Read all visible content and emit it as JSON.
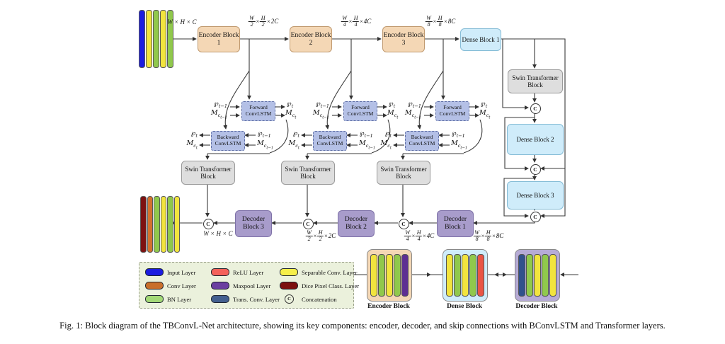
{
  "caption": "Fig. 1: Block diagram of the TBConvL-Net architecture, showing its key components: encoder, decoder, and skip connections with BConvLSTM and Transformer layers.",
  "sym": {
    "times": "×",
    "concat": "C"
  },
  "blocks": {
    "encoder": [
      "Encoder Block 1",
      "Encoder Block 2",
      "Encoder Block 3"
    ],
    "dense": [
      "Dense Block 1",
      "Dense Block 2",
      "Dense Block 3"
    ],
    "decoder": [
      "Decoder Block 1",
      "Decoder Block 2",
      "Decoder Block 3"
    ],
    "swin": "Swin Transformer Block",
    "forward": "Forward ConvLSTM",
    "backward": "Backward ConvLSTM"
  },
  "dims": {
    "input": "W × H × C",
    "output": "W × H × C",
    "enc1": {
      "wn": "W",
      "wd": "2",
      "hn": "H",
      "hd": "2",
      "tail": "2C"
    },
    "enc2": {
      "wn": "W",
      "wd": "4",
      "hn": "H",
      "hd": "4",
      "tail": "4C"
    },
    "enc3": {
      "wn": "W",
      "wd": "8",
      "hn": "H",
      "hd": "8",
      "tail": "8C"
    },
    "dec_in": {
      "wn": "W",
      "wd": "8",
      "hn": "H",
      "hd": "8",
      "tail": "8C"
    },
    "dec1": {
      "wn": "W",
      "wd": "4",
      "hn": "H",
      "hd": "4",
      "tail": "4C"
    },
    "dec2": {
      "wn": "W",
      "wd": "2",
      "hn": "H",
      "hd": "2",
      "tail": "2C"
    }
  },
  "lstm": {
    "in_p": {
      "b": "℘",
      "s": "t−1"
    },
    "in_m": {
      "b": "M",
      "s": "c",
      "ss": "t−1"
    },
    "out_p": {
      "b": "℘",
      "s": "t"
    },
    "out_m": {
      "b": "M",
      "s": "c",
      "ss": "t"
    }
  },
  "stacks": {
    "input": [
      "#1C1CE0",
      "#F2E43E",
      "#90C84C",
      "#F2E43E",
      "#90C84C"
    ],
    "output": [
      "#7D1111",
      "#D2722E",
      "#90C84C",
      "#F2E43E",
      "#90C84C",
      "#F2E43E"
    ]
  },
  "legend": {
    "columns": [
      [
        {
          "label": "Input Layer",
          "color": "#1C1CE0"
        },
        {
          "label": "Conv Layer",
          "color": "#C96F2B"
        },
        {
          "label": "BN Layer",
          "color": "#A3D977"
        }
      ],
      [
        {
          "label": "ReLU Layer",
          "color": "#F4615A"
        },
        {
          "label": "Maxpool Layer",
          "color": "#6B3FA0"
        },
        {
          "label": "Trans. Conv. Layer",
          "color": "#44608F"
        }
      ],
      [
        {
          "label": "Separable Conv. Layer",
          "color": "#F6EF49"
        },
        {
          "label": "Dice Pixel Class. Layer",
          "color": "#7C0F0F"
        },
        {
          "label": "Concatenation",
          "symbol": "C"
        }
      ]
    ]
  },
  "samples": {
    "encoder": {
      "label": "Encoder Block",
      "bg": "#F4D7B5",
      "bars": [
        "#F2E43E",
        "#90C84C",
        "#F2E43E",
        "#90C84C",
        "#5E2F92"
      ]
    },
    "dense": {
      "label": "Dense Block",
      "bg": "#CFECFA",
      "bars": [
        "#F2E43E",
        "#90C84C",
        "#F2E43E",
        "#90C84C",
        "#EA5545"
      ]
    },
    "decoder": {
      "label": "Decoder Block",
      "bg": "#B6ABD6",
      "bars": [
        "#31518C",
        "#90C84C",
        "#F2E43E",
        "#90C84C",
        "#F2E43E"
      ]
    }
  }
}
